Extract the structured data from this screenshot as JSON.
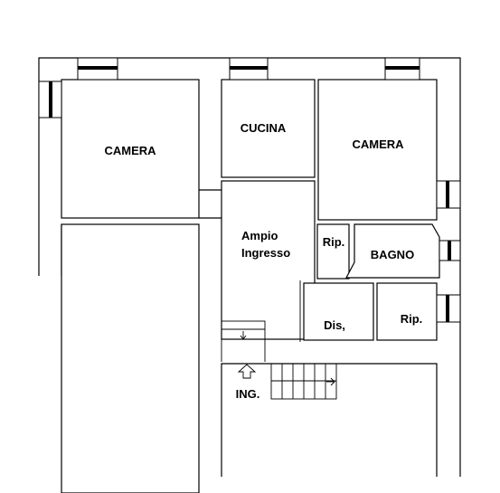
{
  "rooms": {
    "camera_left": "CAMERA",
    "cucina": "CUCINA",
    "camera_right": "CAMERA",
    "ingresso_line1": "Ampio",
    "ingresso_line2": "Ingresso",
    "rip_small": "Rip.",
    "bagno": "BAGNO",
    "dis": "Dis,",
    "rip_right": "Rip.",
    "ing": "ING."
  },
  "icons": {
    "entrance_arrow": "up-arrow-icon",
    "stair_arrow": "right-arrow-icon",
    "down_arrow": "down-arrow-icon"
  },
  "colors": {
    "line": "#000000",
    "background": "#ffffff"
  }
}
